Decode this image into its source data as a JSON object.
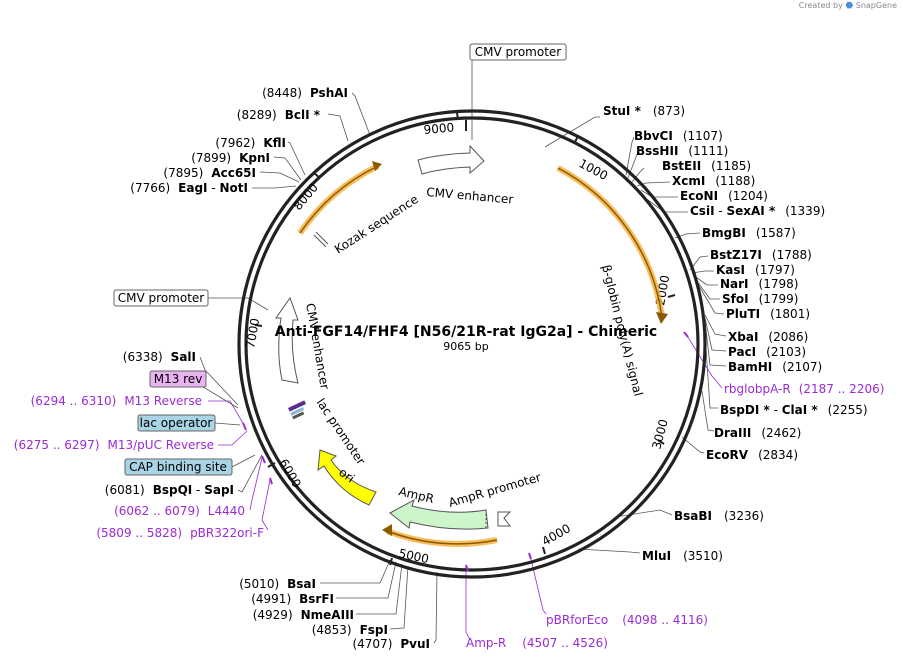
{
  "credit": {
    "text": "Created by",
    "brand": "SnapGene"
  },
  "plasmid": {
    "name": "Anti-FGF14/FHF4 [N56/21R-rat IgG2a] - Chimeric",
    "length": "9065 bp"
  },
  "ticks": [
    "1000",
    "2000",
    "3000",
    "4000",
    "5000",
    "6000",
    "7000",
    "8000",
    "9000"
  ],
  "features": [
    "CMV enhancer",
    "Kozak sequence",
    "β-globin poly(A) signal",
    "AmpR",
    "AmpR promoter",
    "ori",
    "lac promoter",
    "CMV enhancer"
  ],
  "boxed_labels": {
    "cmv_promoter_top": "CMV promoter",
    "cmv_promoter_left": "CMV promoter",
    "m13_rev": "M13 rev",
    "lac_operator": "lac operator",
    "cap_binding_site": "CAP binding site"
  },
  "right_sites": [
    {
      "name": "StuI *",
      "pos": "(873)"
    },
    {
      "name": "BbvCI",
      "pos": "(1107)"
    },
    {
      "name": "BssHII",
      "pos": "(1111)"
    },
    {
      "name": "BstEII",
      "pos": "(1185)"
    },
    {
      "name": "XcmI",
      "pos": "(1188)"
    },
    {
      "name": "EcoNI",
      "pos": "(1204)"
    },
    {
      "name": "CsiI",
      "sep": " - ",
      "name2": "SexAI *",
      "pos": "(1339)"
    },
    {
      "name": "BmgBI",
      "pos": "(1587)"
    },
    {
      "name": "BstZ17I",
      "pos": "(1788)"
    },
    {
      "name": "KasI",
      "pos": "(1797)"
    },
    {
      "name": "NarI",
      "pos": "(1798)"
    },
    {
      "name": "SfoI",
      "pos": "(1799)"
    },
    {
      "name": "PluTI",
      "pos": "(1801)"
    },
    {
      "name": "XbaI",
      "pos": "(2086)"
    },
    {
      "name": "PacI",
      "pos": "(2103)"
    },
    {
      "name": "BamHI",
      "pos": "(2107)"
    },
    {
      "name": "BspDI *",
      "sep": " - ",
      "name2": "ClaI *",
      "pos": "(2255)"
    },
    {
      "name": "DraIII",
      "pos": "(2462)"
    },
    {
      "name": "EcoRV",
      "pos": "(2834)"
    },
    {
      "name": "BsaBI",
      "pos": "(3236)"
    },
    {
      "name": "MluI",
      "pos": "(3510)"
    }
  ],
  "left_sites": [
    {
      "name": "PshAI",
      "pos": "(8448)"
    },
    {
      "name": "BclI *",
      "pos": "(8289)"
    },
    {
      "name": "KflI",
      "pos": "(7962)"
    },
    {
      "name": "KpnI",
      "pos": "(7899)"
    },
    {
      "name": "Acc65I",
      "pos": "(7895)"
    },
    {
      "name": "EagI",
      "sep": " - ",
      "name2": "NotI",
      "pos": "(7766)"
    },
    {
      "name": "SalI",
      "pos": "(6338)"
    },
    {
      "name": "BspQI",
      "sep": " - ",
      "name2": "SapI",
      "pos": "(6081)"
    }
  ],
  "bottom_sites": [
    {
      "name": "BsaI",
      "pos": "(5010)"
    },
    {
      "name": "BsrFI",
      "pos": "(4991)"
    },
    {
      "name": "NmeAIII",
      "pos": "(4929)"
    },
    {
      "name": "FspI",
      "pos": "(4853)"
    },
    {
      "name": "PvuI",
      "pos": "(4707)"
    }
  ],
  "primers": [
    {
      "name": "rbglobpA-R",
      "pos": "(2187 .. 2206)"
    },
    {
      "name": "M13 Reverse",
      "pos": "(6294 .. 6310)"
    },
    {
      "name": "M13/pUC Reverse",
      "pos": "(6275 .. 6297)"
    },
    {
      "name": "L4440",
      "pos": "(6062 .. 6079)"
    },
    {
      "name": "pBR322ori-F",
      "pos": "(5809 .. 5828)"
    },
    {
      "name": "Amp-R",
      "pos": "(4507 .. 4526)"
    },
    {
      "name": "pBRforEco",
      "pos": "(4098 .. 4116)"
    }
  ],
  "colors": {
    "orange_feature": "#f5a623",
    "ampr": "#ccf5cc",
    "ori": "#ffff00",
    "m13_rev_fill": "#e8b4f0",
    "lac_op_fill": "#a8d4e6",
    "primer": "#9b2bd4"
  }
}
